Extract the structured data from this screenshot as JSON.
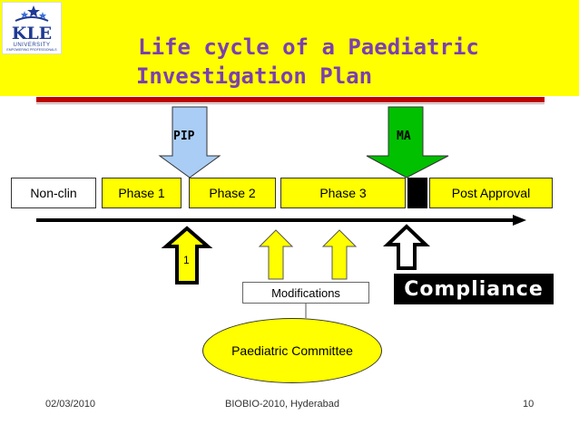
{
  "header": {
    "logo_text": "KLE",
    "logo_subtext": "UNIVERSITY",
    "logo_tagline": "EMPOWERING PROFESSIONALS",
    "title_line1": "Life cycle of a Paediatric",
    "title_line2": "Investigation Plan"
  },
  "arrows": {
    "pip_label": "PIP",
    "ma_label": "MA",
    "step_label": "1"
  },
  "phases": [
    "Non-clin",
    "Phase 1",
    "Phase 2",
    "Phase 3",
    "Post Approval"
  ],
  "callouts": {
    "modifications": "Modifications",
    "compliance": "Compliance",
    "committee": "Paediatric Committee"
  },
  "footer": {
    "date": "02/03/2010",
    "event": "BIOBIO-2010, Hyderabad",
    "page": "10"
  },
  "colors": {
    "band": "#ffff00",
    "title": "#7b3fb0",
    "accent_red": "#c00000",
    "pip_arrow": "#a9cdf5",
    "ma_arrow": "#00c000",
    "phase_fill": "#ffff00"
  },
  "icons": {
    "logo": "university-logo",
    "pip": "arrow-down-icon",
    "ma": "arrow-down-icon",
    "timeline": "arrow-right-icon",
    "submissions": "arrow-up-icon"
  }
}
